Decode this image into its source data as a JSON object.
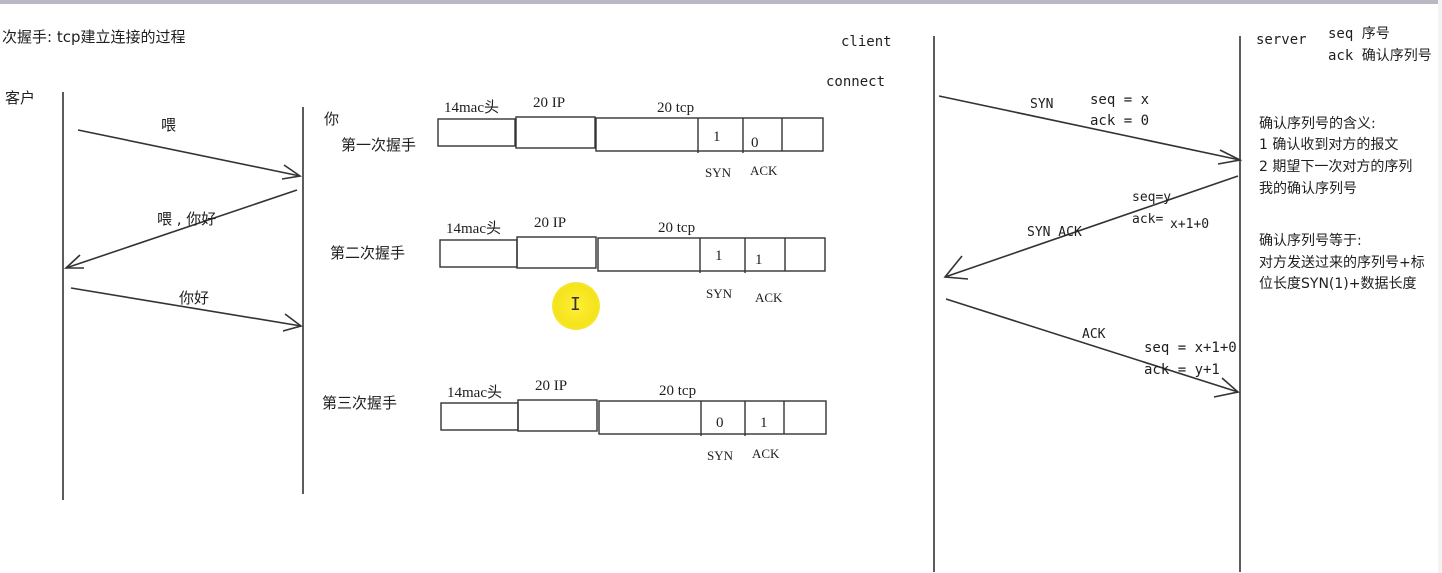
{
  "header": {
    "title": "次握手: tcp建立连接的过程"
  },
  "left_diagram": {
    "client_label": "客户",
    "server_label": "你",
    "msg1": "喂",
    "msg2": "喂 , 你好",
    "msg3": "你好"
  },
  "handshakes": [
    {
      "label": "第一次握手",
      "header_mac": "14mac头",
      "header_ip": "20 IP",
      "header_tcp": "20 tcp",
      "syn_val": "1",
      "ack_val": "0",
      "syn_label": "SYN",
      "ack_label": "ACK"
    },
    {
      "label": "第二次握手",
      "header_mac": "14mac头",
      "header_ip": "20 IP",
      "header_tcp": "20 tcp",
      "syn_val": "1",
      "ack_val": "1",
      "syn_label": "SYN",
      "ack_label": "ACK"
    },
    {
      "label": "第三次握手",
      "header_mac": "14mac头",
      "header_ip": "20 IP",
      "header_tcp": "20 tcp",
      "syn_val": "0",
      "ack_val": "1",
      "syn_label": "SYN",
      "ack_label": "ACK"
    }
  ],
  "right_diagram": {
    "client_label": "client",
    "connect_label": "connect",
    "server_label": "server",
    "seq_def": "seq 序号",
    "ack_def": "ack 确认序列号",
    "arrow1": {
      "flag": "SYN",
      "seq": "seq = x",
      "ack": "ack = 0"
    },
    "arrow2": {
      "flags": "SYN  ACK",
      "seq": "seq=y",
      "ack_prefix": "ack=",
      "ack_value": "x+1+0"
    },
    "arrow3": {
      "flag": "ACK",
      "seq": "seq = x+1+0",
      "ack": "ack = y+1"
    }
  },
  "notes": {
    "meaning_title": "确认序列号的含义:",
    "meaning_1": "1 确认收到对方的报文",
    "meaning_2": "2 期望下一次对方的序列",
    "meaning_3": "我的确认序列号",
    "equals_title": "确认序列号等于:",
    "equals_1": "对方发送过来的序列号+标",
    "equals_2": "位长度SYN(1)+数据长度"
  },
  "cursor_glyph": "I"
}
